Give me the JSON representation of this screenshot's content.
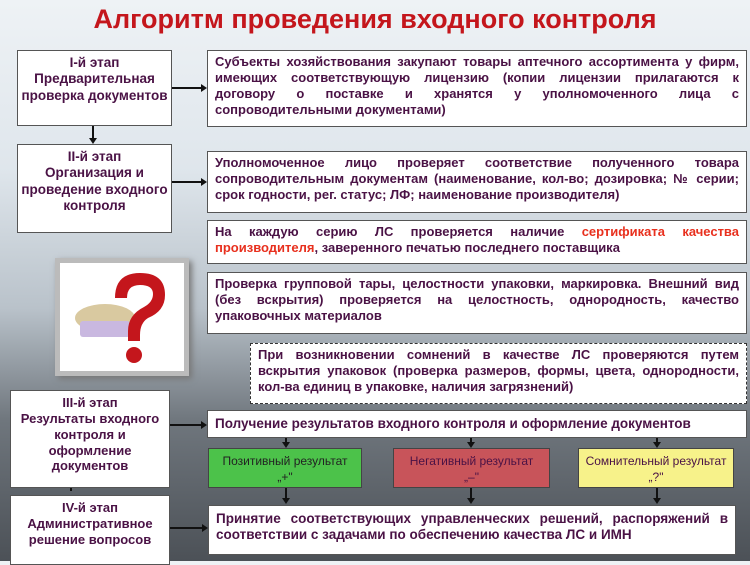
{
  "title": "Алгоритм проведения входного контроля",
  "stages": [
    {
      "label": "I-й этап",
      "text": "Предварительная проверка документов"
    },
    {
      "label": "II-й этап",
      "text": "Организация и проведение входного контроля"
    },
    {
      "label": "III-й этап",
      "text": "Результаты входного контроля и оформление документов"
    },
    {
      "label": "IV-й этап",
      "text": "Административное решение вопросов"
    }
  ],
  "steps": {
    "s1": "Субъекты хозяйствования закупают товары аптечного ассортимента у фирм, имеющих соответствующую лицензию (копии лицензии прилагаются к договору о поставке и хранятся у уполномоченного лица с сопроводительными документами)",
    "s2": "Уполномоченное лицо проверяет соответствие полученного товара сопроводительным документам (наименование, кол-во; дозировка; № серии; срок годности, рег. статус; ЛФ; наименование производителя)",
    "s3a": "На каждую серию ЛС проверяется наличие ",
    "s3b": "сертификата качества производителя",
    "s3c": ", заверенного печатью последнего поставщика",
    "s4": "Проверка групповой тары, целостности упаковки, маркировка. Внешний вид (без вскрытия) проверяется на целостность, однородность, качество упаковочных материалов",
    "s5": "При возникновении сомнений в качестве ЛС проверяются путем вскрытия упаковок (проверка размеров, формы, цвета, однородности, кол-ва единиц в упаковке, наличия загрязнений)",
    "s6": "Получение результатов входного контроля и оформление документов",
    "s7": "Принятие соответствующих управленческих решений, распоряжений в соответствии с  задачами по обеспечению качества ЛС и  ИМН"
  },
  "results": [
    {
      "label": "Позитивный результат",
      "sign": "„+\"",
      "color": "#4cc24a"
    },
    {
      "label": "Негативный результат",
      "sign": "„–\"",
      "color": "#c8545a"
    },
    {
      "label": "Сомнительный результат",
      "sign": "„?\"",
      "color": "#f7f28a"
    }
  ],
  "colors": {
    "title": "#c4161c",
    "text": "#4a1245",
    "highlight": "#e8301e"
  }
}
